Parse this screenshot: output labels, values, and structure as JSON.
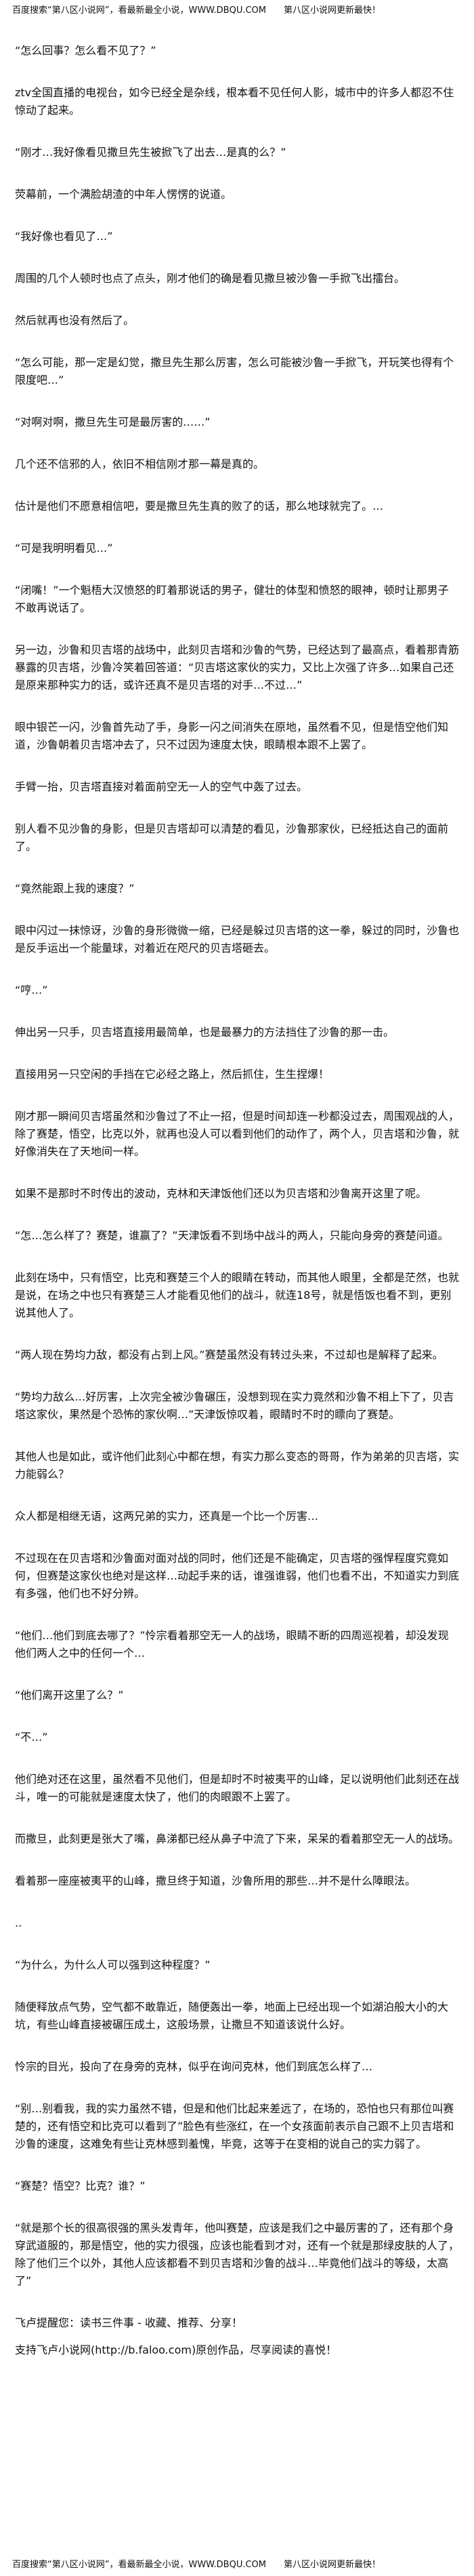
{
  "header": {
    "search_prompt": "百度搜索“第八区小说网”，看最新最全小说，WWW.DBQU.COM",
    "slogan": "第八区小说网更新最快！"
  },
  "chapter": {
    "paragraphs": [
      "“怎么回事？怎么看不见了？”",
      "ztv全国直播的电视台，如今已经全是杂线，根本看不见任何人影，城市中的许多人都忍不住惊动了起来。",
      "“刚才…我好像看见撒旦先生被掀飞了出去…是真的么？”",
      "荧幕前，一个满脸胡渣的中年人愣愣的说道。",
      "“我好像也看见了…”",
      "周围的几个人顿时也点了点头，刚才他们的确是看见撒旦被沙鲁一手掀飞出擂台。",
      "然后就再也没有然后了。",
      "“怎么可能，那一定是幻觉，撒旦先生那么厉害，怎么可能被沙鲁一手掀飞，开玩笑也得有个限度吧…”",
      "“对啊对啊，撒旦先生可是最厉害的……”",
      "几个还不信邪的人，依旧不相信刚才那一幕是真的。",
      "估计是他们不愿意相信吧，要是撒旦先生真的败了的话，那么地球就完了。…",
      "“可是我明明看见…”",
      "“闭嘴！”一个魁梧大汉愤怒的盯着那说话的男子，健壮的体型和愤怒的眼神，顿时让那男子不敢再说话了。",
      "另一边，沙鲁和贝吉塔的战场中，此刻贝吉塔和沙鲁的气势，已经达到了最高点，看着那青筋暴露的贝吉塔，沙鲁冷笑着回答道：“贝吉塔这家伙的实力，又比上次强了许多…如果自己还是原来那种实力的话，或许还真不是贝吉塔的对手…不过…”",
      "眼中银芒一闪，沙鲁首先动了手，身影一闪之间消失在原地，虽然看不见，但是悟空他们知道，沙鲁朝着贝吉塔冲去了，只不过因为速度太快，眼睛根本跟不上罢了。",
      "手臂一抬，贝吉塔直接对着面前空无一人的空气中轰了过去。",
      "别人看不见沙鲁的身影，但是贝吉塔却可以清楚的看见，沙鲁那家伙，已经抵达自己的面前了。",
      "“竟然能跟上我的速度？”",
      "眼中闪过一抹惊讶，沙鲁的身形微微一缩，已经是躲过贝吉塔的这一拳，躲过的同时，沙鲁也是反手运出一个能量球，对着近在咫尺的贝吉塔砸去。",
      "“哼…”",
      "伸出另一只手，贝吉塔直接用最简单，也是最暴力的方法挡住了沙鲁的那一击。",
      "直接用另一只空闲的手挡在它必经之路上，然后抓住，生生捏爆！",
      "刚才那一瞬间贝吉塔虽然和沙鲁过了不止一招，但是时间却连一秒都没过去，周围观战的人，除了赛楚，悟空，比克以外，就再也没人可以看到他们的动作了，两个人，贝吉塔和沙鲁，就好像消失在了天地间一样。",
      "如果不是那时不时传出的波动，克林和天津饭他们还以为贝吉塔和沙鲁离开这里了呢。",
      "“怎…怎么样了？赛楚，谁赢了？”天津饭看不到场中战斗的两人，只能向身旁的赛楚问道。",
      "此刻在场中，只有悟空，比克和赛楚三个人的眼睛在转动，而其他人眼里，全都是茫然，也就是说，在场之中也只有赛楚三人才能看见他们的战斗，就连18号，就是悟饭也看不到，更别说其他人了。",
      "“两人现在势均力敌，都没有占到上风。”赛楚虽然没有转过头来，不过却也是解释了起来。",
      "“势均力敌么…好厉害，上次完全被沙鲁碾压，没想到现在实力竟然和沙鲁不相上下了，贝吉塔这家伙，果然是个恐怖的家伙啊…”天津饭惊叹着，眼睛时不时的瞟向了赛楚。",
      "其他人也是如此，或许他们此刻心中都在想，有实力那么变态的哥哥，作为弟弟的贝吉塔，实力能弱么？",
      "众人都是相继无语，这两兄弟的实力，还真是一个比一个厉害…",
      "不过现在在贝吉塔和沙鲁面对面对战的同时，他们还是不能确定，贝吉塔的强悍程度究竟如何，但赛楚这家伙也绝对是这样…动起手来的话，谁强谁弱，他们也看不出，不知道实力到底有多强，他们也不好分辨。",
      "“他们…他们到底去哪了？”怜宗看着那空无一人的战场，眼睛不断的四周巡视着，却没发现他们两人之中的任何一个…",
      "“他们离开这里了么？”",
      "“不…”",
      "他们绝对还在这里，虽然看不见他们，但是却时不时被夷平的山峰，足以说明他们此刻还在战斗，唯一的可能就是速度太快了，他们的肉眼跟不上罢了。",
      "而撒旦，此刻更是张大了嘴，鼻涕都已经从鼻子中流了下来，呆呆的看着那空无一人的战场。",
      "看着那一座座被夷平的山峰，撒旦终于知道，沙鲁所用的那些…并不是什么障眼法。",
      "..",
      "“为什么，为什么人可以强到这种程度？”",
      "随便释放点气势，空气都不敢靠近，随便轰出一拳，地面上已经出现一个如湖泊般大小的大坑，有些山峰直接被碾压成土，这般场景，让撒旦不知道该说什么好。",
      "怜宗的目光，投向了在身旁的克林，似乎在询问克林，他们到底怎么样了…",
      "“别…别看我，我的实力虽然不错，但是和他们比起来差远了，在场的，恐怕也只有那位叫赛楚的，还有悟空和比克可以看到了”脸色有些涨红，在一个女孩面前表示自己跟不上贝吉塔和沙鲁的速度，这难免有些让克林感到羞愧，毕竟，这等于在变相的说自己的实力弱了。",
      "“赛楚？悟空？比克？谁？”",
      "“就是那个长的很高很强的黑头发青年，他叫赛楚，应该是我们之中最厉害的了，还有那个身穿武道服的，那是悟空，他的实力很强，应该也能看到才对，还有一个就是那绿皮肤的人了，除了他们三个以外，其他人应该都看不到贝吉塔和沙鲁的战斗…毕竟他们战斗的等级，太高了”"
    ],
    "reminder": "飞卢提醒您：读书三件事 - 收藏、推荐、分享！",
    "support": "支持飞卢小说网(http://b.faloo.com)原创作品，尽享阅读的喜悦！"
  },
  "footer": {
    "search_prompt": "百度搜索“第八区小说网”，看最新最全小说，WWW.DBQU.COM",
    "slogan": "第八区小说网更新最快！"
  }
}
